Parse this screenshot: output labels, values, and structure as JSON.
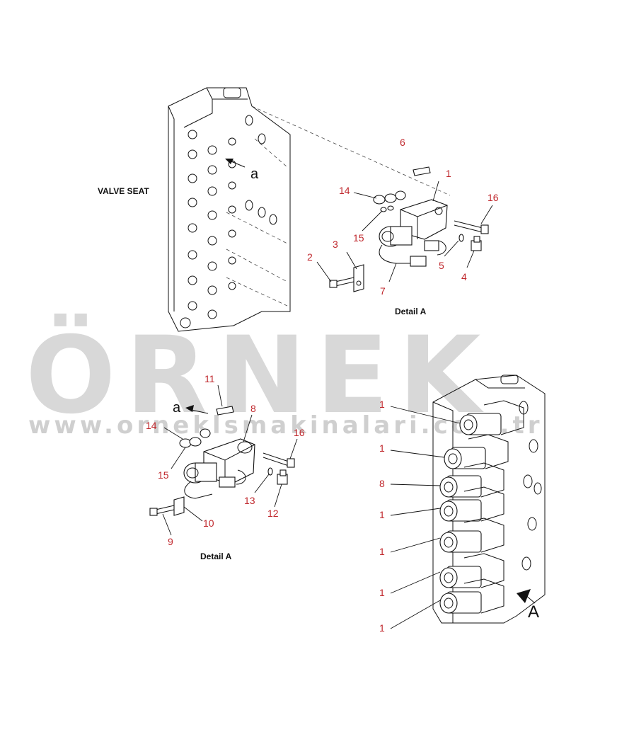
{
  "labels": {
    "valve_seat": "VALVE SEAT",
    "detail_top": "Detail A",
    "detail_bottom": "Detail A",
    "view_a_top": "a",
    "view_a_bottom": "a",
    "view_A_right": "A"
  },
  "callouts_top": [
    "6",
    "1",
    "14",
    "16",
    "15",
    "3",
    "2",
    "5",
    "7",
    "4"
  ],
  "callouts_bottom": [
    "11",
    "8",
    "14",
    "16",
    "15",
    "13",
    "12",
    "10",
    "9"
  ],
  "callouts_right": [
    "1",
    "1",
    "8",
    "1",
    "1",
    "1",
    "1"
  ],
  "watermark": {
    "brand": "ÖRNEK",
    "url": "www.orneklsmakinalari.com.tr"
  },
  "colors": {
    "callout": "#c0282d",
    "watermark": "#d8d8d8",
    "watermark_accent": "#f2dc8a",
    "line": "#111111"
  }
}
